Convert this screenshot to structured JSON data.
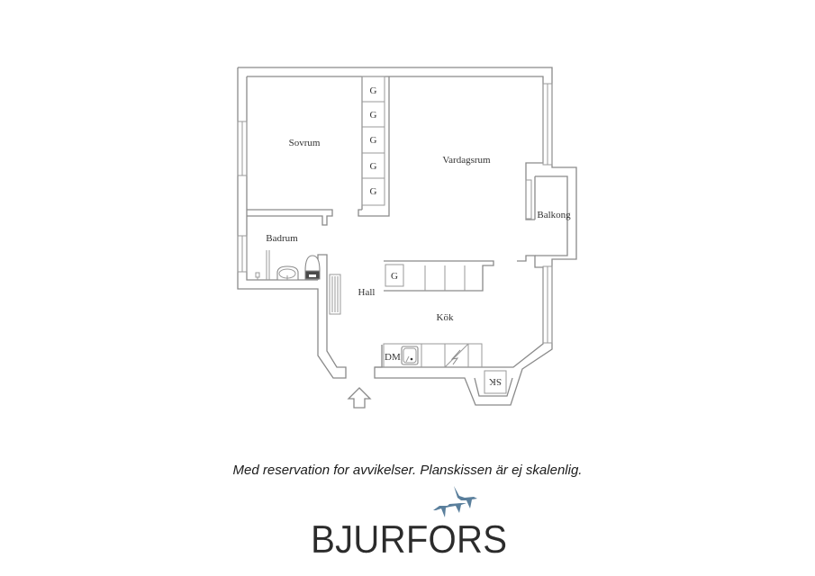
{
  "floorplan": {
    "rooms": [
      {
        "id": "sovrum",
        "label": "Sovrum"
      },
      {
        "id": "vardagsrum",
        "label": "Vardagsrum"
      },
      {
        "id": "balkong",
        "label": "Balkong"
      },
      {
        "id": "badrum",
        "label": "Badrum"
      },
      {
        "id": "hall",
        "label": "Hall"
      },
      {
        "id": "kok",
        "label": "Kök"
      }
    ],
    "wardrobes": [
      "G",
      "G",
      "G",
      "G",
      "G"
    ],
    "kitchen_wardrobe": "G",
    "dishwasher": "DM",
    "cabinet": "SK",
    "entrance": "entrance-arrow"
  },
  "footer": {
    "disclaimer": "Med reservation for avvikelser. Planskissen är ej skalenlig.",
    "brand": "BJURFORS",
    "brand_color": "#5a7f9c"
  },
  "colors": {
    "wall": "#8a8a8a",
    "text": "#333333",
    "background": "#ffffff"
  }
}
